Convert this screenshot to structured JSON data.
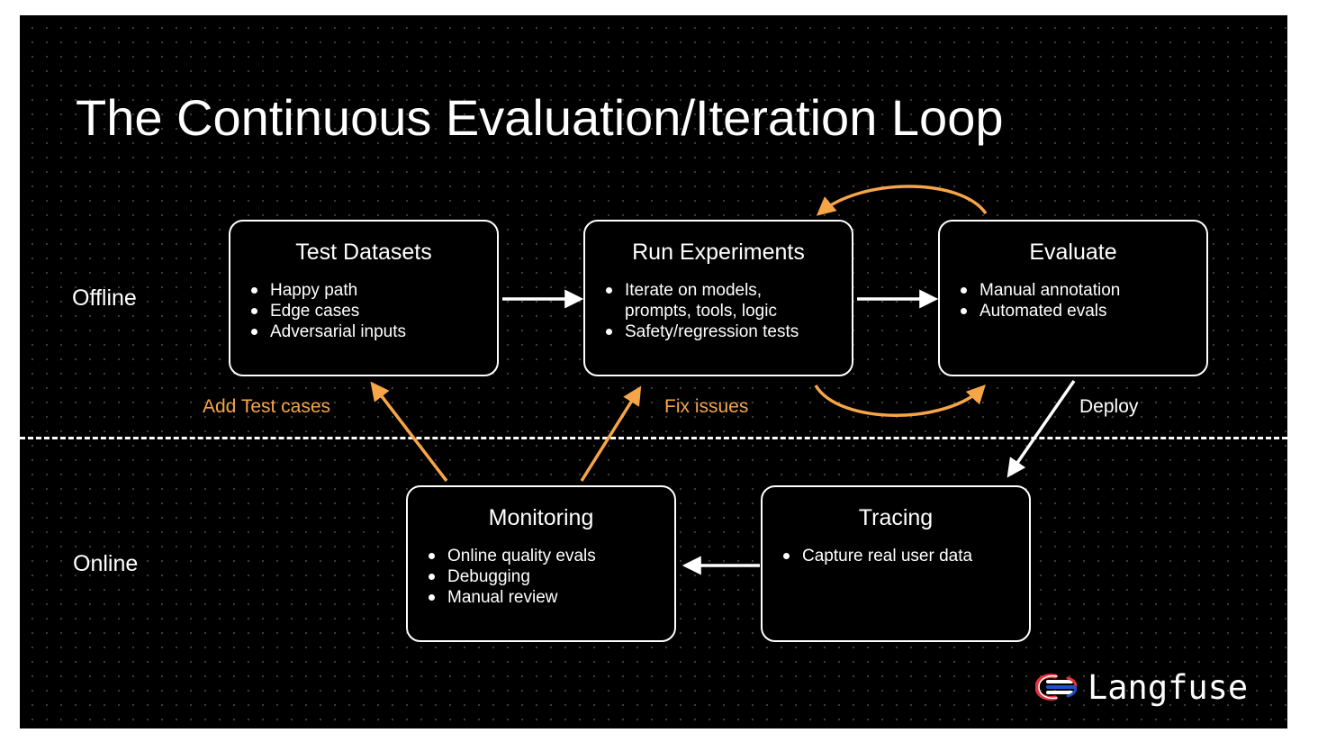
{
  "title": "The Continuous Evaluation/Iteration Loop",
  "zones": {
    "offline": "Offline",
    "online": "Online"
  },
  "boxes": {
    "test_datasets": {
      "title": "Test Datasets",
      "items": [
        "Happy path",
        "Edge cases",
        "Adversarial inputs"
      ]
    },
    "run_experiments": {
      "title": "Run Experiments",
      "items": [
        "Iterate on models,\nprompts, tools, logic",
        "Safety/regression tests"
      ]
    },
    "evaluate": {
      "title": "Evaluate",
      "items": [
        "Manual annotation",
        "Automated evals"
      ]
    },
    "monitoring": {
      "title": "Monitoring",
      "items": [
        "Online quality evals",
        "Debugging",
        "Manual review"
      ]
    },
    "tracing": {
      "title": "Tracing",
      "items": [
        "Capture real user data"
      ]
    }
  },
  "edge_labels": {
    "add_test_cases": "Add Test cases",
    "fix_issues": "Fix issues",
    "deploy": "Deploy"
  },
  "colors": {
    "background": "#000000",
    "foreground": "#ffffff",
    "accent_orange": "#f6a548",
    "logo_red": "#e8333d",
    "logo_blue": "#1f4fd1"
  },
  "logo": {
    "icon": "langfuse-logo-icon",
    "text": "Langfuse"
  }
}
